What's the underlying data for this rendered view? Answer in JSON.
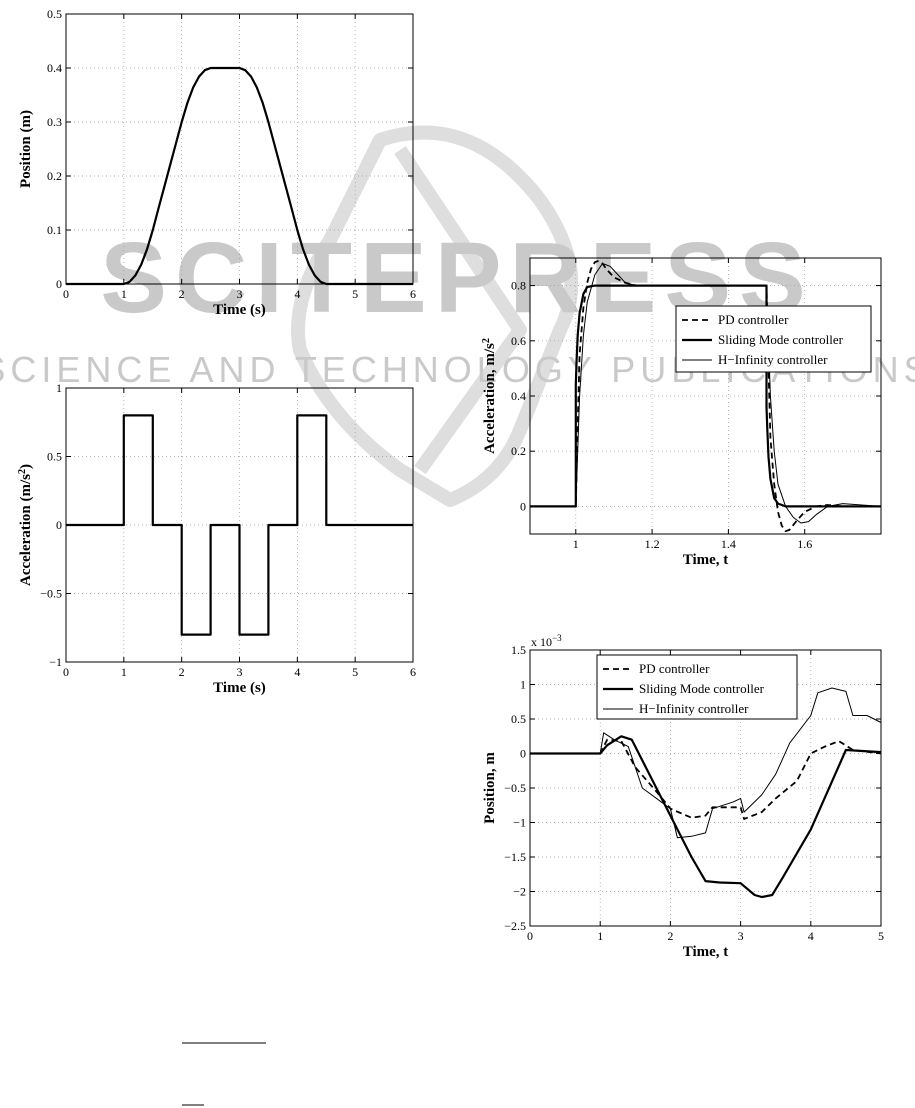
{
  "watermark": {
    "brand": "SCITEPRESS",
    "tagline": "SCIENCE AND TECHNOLOGY PUBLICATIONS"
  },
  "chart_data": [
    {
      "id": "position-reference",
      "type": "line",
      "title": "",
      "xlabel": "Time (s)",
      "ylabel": "Position (m)",
      "xlim": [
        0,
        6
      ],
      "ylim": [
        0,
        0.5
      ],
      "xticks": [
        0,
        1,
        2,
        3,
        4,
        5,
        6
      ],
      "yticks": [
        0,
        0.1,
        0.2,
        0.3,
        0.4,
        0.5
      ],
      "xtick_labels": [
        "0",
        "1",
        "2",
        "3",
        "4",
        "5",
        "6"
      ],
      "ytick_labels": [
        "0",
        "0.1",
        "0.2",
        "0.3",
        "0.4",
        "0.5"
      ],
      "grid": true,
      "series": [
        {
          "x": [
            0,
            1,
            1.1,
            1.2,
            1.3,
            1.4,
            1.5,
            1.6,
            1.7,
            1.8,
            1.9,
            2.0,
            2.1,
            2.2,
            2.3,
            2.4,
            2.5,
            3.0,
            3.1,
            3.2,
            3.3,
            3.4,
            3.5,
            3.6,
            3.7,
            3.8,
            3.9,
            4.0,
            4.1,
            4.2,
            4.3,
            4.4,
            4.5,
            6
          ],
          "y": [
            0,
            0,
            0.004,
            0.016,
            0.036,
            0.064,
            0.1,
            0.14,
            0.18,
            0.22,
            0.26,
            0.3,
            0.336,
            0.364,
            0.384,
            0.396,
            0.4,
            0.4,
            0.396,
            0.384,
            0.364,
            0.336,
            0.3,
            0.26,
            0.22,
            0.18,
            0.14,
            0.1,
            0.064,
            0.036,
            0.016,
            0.004,
            0,
            0
          ],
          "style": "thick"
        }
      ]
    },
    {
      "id": "acceleration-reference",
      "type": "line",
      "title": "",
      "xlabel": "Time (s)",
      "ylabel_main": "Acceleration (m/s",
      "ylabel_sup": "2",
      "ylabel_end": ")",
      "xlim": [
        0,
        6
      ],
      "ylim": [
        -1,
        1
      ],
      "xticks": [
        0,
        1,
        2,
        3,
        4,
        5,
        6
      ],
      "yticks": [
        -1,
        -0.5,
        0,
        0.5,
        1
      ],
      "xtick_labels": [
        "0",
        "1",
        "2",
        "3",
        "4",
        "5",
        "6"
      ],
      "ytick_labels": [
        "−1",
        "−0.5",
        "0",
        "0.5",
        "1"
      ],
      "grid": true,
      "series": [
        {
          "x": [
            0,
            1,
            1,
            1.5,
            1.5,
            2,
            2,
            2.5,
            2.5,
            3,
            3,
            3.5,
            3.5,
            4,
            4,
            4.5,
            4.5,
            6
          ],
          "y": [
            0,
            0,
            0.8,
            0.8,
            0,
            0,
            -0.8,
            -0.8,
            0,
            0,
            -0.8,
            -0.8,
            0,
            0,
            0.8,
            0.8,
            0,
            0
          ],
          "style": "thick"
        }
      ]
    },
    {
      "id": "acceleration-comparison",
      "type": "line",
      "title": "",
      "xlabel": "Time, t",
      "ylabel_main": "Acceleration, m/s",
      "ylabel_sup": "2",
      "ylabel_end": "",
      "xlim": [
        0.88,
        1.8
      ],
      "ylim": [
        -0.1,
        0.9
      ],
      "xticks": [
        1,
        1.2,
        1.4,
        1.6
      ],
      "yticks": [
        0,
        0.2,
        0.4,
        0.6,
        0.8
      ],
      "xtick_labels": [
        "1",
        "1.2",
        "1.4",
        "1.6"
      ],
      "ytick_labels": [
        "0",
        "0.2",
        "0.4",
        "0.6",
        "0.8"
      ],
      "grid": true,
      "legend": {
        "placement": "middle-right",
        "entries": [
          "PD controller",
          "Sliding Mode controller",
          "H−Infinity controller"
        ]
      },
      "series": [
        {
          "name": "PD controller",
          "style": "dashed",
          "x": [
            0.88,
            1.0,
            1.005,
            1.01,
            1.02,
            1.03,
            1.04,
            1.05,
            1.06,
            1.07,
            1.08,
            1.1,
            1.13,
            1.16,
            1.2,
            1.3,
            1.4,
            1.5,
            1.505,
            1.51,
            1.52,
            1.53,
            1.54,
            1.55,
            1.56,
            1.58,
            1.6,
            1.63,
            1.66,
            1.7,
            1.8
          ],
          "y": [
            0,
            0,
            0.3,
            0.55,
            0.72,
            0.81,
            0.86,
            0.885,
            0.89,
            0.88,
            0.86,
            0.83,
            0.81,
            0.8,
            0.8,
            0.8,
            0.8,
            0.8,
            0.5,
            0.25,
            0.08,
            -0.02,
            -0.07,
            -0.09,
            -0.085,
            -0.05,
            -0.02,
            0,
            0.005,
            0,
            0
          ]
        },
        {
          "name": "Sliding Mode controller",
          "style": "thick",
          "x": [
            0.88,
            1.0,
            1.0,
            1.002,
            1.005,
            1.01,
            1.02,
            1.03,
            1.05,
            1.5,
            1.5,
            1.502,
            1.505,
            1.51,
            1.52,
            1.53,
            1.55,
            1.8
          ],
          "y": [
            0,
            0,
            0.44,
            0.52,
            0.62,
            0.7,
            0.77,
            0.795,
            0.8,
            0.8,
            0.36,
            0.28,
            0.18,
            0.1,
            0.03,
            0.01,
            0,
            0
          ]
        },
        {
          "name": "H−Infinity controller",
          "style": "thin",
          "x": [
            0.88,
            1.0,
            1.005,
            1.01,
            1.02,
            1.03,
            1.05,
            1.07,
            1.09,
            1.11,
            1.13,
            1.16,
            1.2,
            1.3,
            1.4,
            1.5,
            1.505,
            1.51,
            1.52,
            1.53,
            1.55,
            1.57,
            1.59,
            1.61,
            1.63,
            1.66,
            1.7,
            1.8
          ],
          "y": [
            0,
            0,
            0.2,
            0.4,
            0.62,
            0.74,
            0.84,
            0.88,
            0.87,
            0.84,
            0.81,
            0.8,
            0.8,
            0.8,
            0.8,
            0.8,
            0.6,
            0.4,
            0.2,
            0.08,
            0,
            -0.04,
            -0.06,
            -0.055,
            -0.03,
            0,
            0.01,
            0
          ]
        }
      ]
    },
    {
      "id": "position-error-comparison",
      "type": "line",
      "title": "",
      "xlabel": "Time, t",
      "ylabel": "Position, m",
      "exponent_label": "x 10",
      "exponent_power": "−3",
      "xlim": [
        0,
        5
      ],
      "ylim": [
        -2.5,
        1.5
      ],
      "xticks": [
        0,
        1,
        2,
        3,
        4,
        5
      ],
      "yticks": [
        -2.5,
        -2,
        -1.5,
        -1,
        -0.5,
        0,
        0.5,
        1,
        1.5
      ],
      "xtick_labels": [
        "0",
        "1",
        "2",
        "3",
        "4",
        "5"
      ],
      "ytick_labels": [
        "−2.5",
        "−2",
        "−1.5",
        "−1",
        "−0.5",
        "0",
        "0.5",
        "1",
        "1.5"
      ],
      "grid": true,
      "legend": {
        "placement": "top",
        "entries": [
          "PD controller",
          "Sliding Mode controller",
          "H−Infinity controller"
        ]
      },
      "series": [
        {
          "name": "PD controller",
          "style": "dashed",
          "x": [
            0,
            1.0,
            1.1,
            1.3,
            1.5,
            1.8,
            2.0,
            2.3,
            2.5,
            2.6,
            2.8,
            3.0,
            3.05,
            3.3,
            3.5,
            3.8,
            4.0,
            4.2,
            4.4,
            4.6,
            5.0
          ],
          "y": [
            0,
            0,
            0.2,
            0.18,
            -0.2,
            -0.55,
            -0.8,
            -0.93,
            -0.9,
            -0.78,
            -0.78,
            -0.78,
            -0.95,
            -0.85,
            -0.65,
            -0.4,
            0,
            0.1,
            0.18,
            0.05,
            0
          ]
        },
        {
          "name": "Sliding Mode controller",
          "style": "thick",
          "x": [
            0,
            1.0,
            1.1,
            1.3,
            1.45,
            1.6,
            2.0,
            2.3,
            2.5,
            2.7,
            3.0,
            3.2,
            3.3,
            3.45,
            3.6,
            4.0,
            4.5,
            5.0
          ],
          "y": [
            0,
            0,
            0.12,
            0.25,
            0.2,
            -0.1,
            -0.9,
            -1.5,
            -1.85,
            -1.87,
            -1.88,
            -2.05,
            -2.08,
            -2.05,
            -1.8,
            -1.1,
            0.05,
            0.02
          ]
        },
        {
          "name": "H−Infinity controller",
          "style": "thin",
          "x": [
            0,
            1.0,
            1.05,
            1.2,
            1.4,
            1.6,
            2.0,
            2.1,
            2.3,
            2.5,
            2.6,
            2.9,
            3.0,
            3.05,
            3.3,
            3.5,
            3.7,
            4.0,
            4.1,
            4.3,
            4.5,
            4.6,
            4.8,
            5.0
          ],
          "y": [
            0,
            0,
            0.3,
            0.2,
            0.1,
            -0.5,
            -0.8,
            -1.22,
            -1.2,
            -1.15,
            -0.8,
            -0.7,
            -0.65,
            -0.85,
            -0.6,
            -0.3,
            0.15,
            0.55,
            0.88,
            0.95,
            0.9,
            0.55,
            0.55,
            0.45
          ]
        }
      ]
    }
  ]
}
